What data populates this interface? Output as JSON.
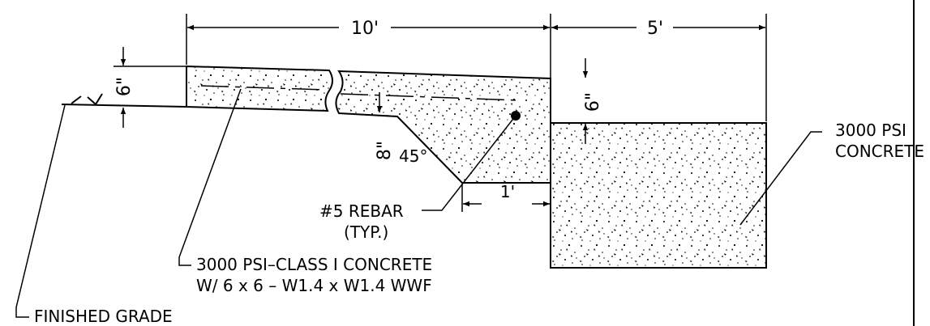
{
  "drawing": {
    "dimensions": {
      "walk_width": "10'",
      "apron_width": "5'",
      "slab_thickness_left": "6\"",
      "slab_thickness_right": "6\"",
      "thickened_depth": "8\"",
      "toe_width": "1'",
      "edge_angle": "45°"
    },
    "labels": {
      "rebar_line1": "#5 REBAR",
      "rebar_line2": "(TYP.)",
      "slab_note_line1": "3000 PSI–CLASS I CONCRETE",
      "slab_note_line2": "W/ 6 x 6 – W1.4 x W1.4 WWF",
      "grade": "FINISHED GRADE",
      "apron_note_line1": "3000 PSI",
      "apron_note_line2": "CONCRETE"
    }
  }
}
